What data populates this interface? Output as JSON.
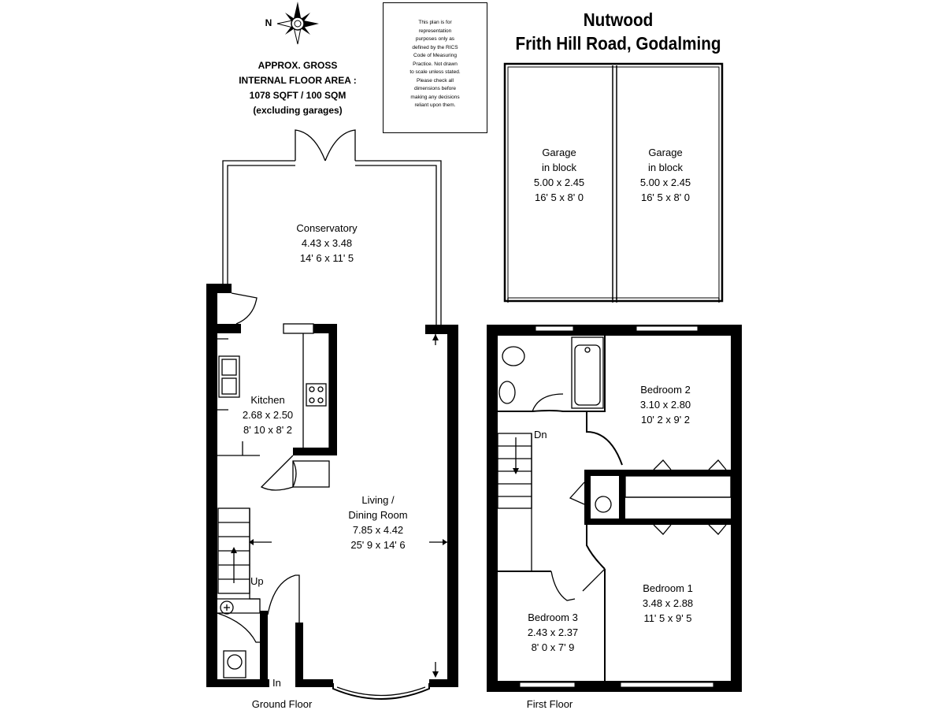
{
  "property": {
    "name": "Nutwood",
    "address": "Frith Hill Road, Godalming"
  },
  "floor_area": {
    "line1": "APPROX. GROSS",
    "line2": "INTERNAL FLOOR AREA :",
    "line3": "1078 SQFT / 100 SQM",
    "line4": "(excluding garages)"
  },
  "disclaimer": {
    "lines": [
      "This plan is for",
      "representation",
      "purposes only as",
      "defined by the RICS",
      "Code of Measuring",
      "Practice. Not drawn",
      "to scale unless stated.",
      "Please check all",
      "dimensions before",
      "making any decisions",
      "reliant upon them."
    ]
  },
  "compass": {
    "letter": "N",
    "icon": "compass-rose-icon"
  },
  "rooms": {
    "conservatory": {
      "name": "Conservatory",
      "metric": "4.43 x 3.48",
      "imperial": "14' 6 x 11' 5"
    },
    "kitchen": {
      "name": "Kitchen",
      "metric": "2.68 x 2.50",
      "imperial": "8' 10 x 8' 2"
    },
    "living": {
      "name1": "Living /",
      "name2": "Dining Room",
      "metric": "7.85 x 4.42",
      "imperial": "25' 9 x 14' 6"
    },
    "garage1": {
      "name1": "Garage",
      "name2": "in block",
      "metric": "5.00 x 2.45",
      "imperial": "16' 5 x 8' 0"
    },
    "garage2": {
      "name1": "Garage",
      "name2": "in block",
      "metric": "5.00 x 2.45",
      "imperial": "16' 5 x 8' 0"
    },
    "bedroom2": {
      "name": "Bedroom 2",
      "metric": "3.10 x 2.80",
      "imperial": "10' 2 x 9' 2"
    },
    "bedroom1": {
      "name": "Bedroom 1",
      "metric": "3.48 x 2.88",
      "imperial": "11' 5 x 9' 5"
    },
    "bedroom3": {
      "name": "Bedroom 3",
      "metric": "2.43 x 2.37",
      "imperial": "8' 0 x 7' 9"
    }
  },
  "annotations": {
    "up": "Up",
    "down": "Dn",
    "in": "In"
  },
  "floors": {
    "ground": "Ground Floor",
    "first": "First Floor"
  }
}
